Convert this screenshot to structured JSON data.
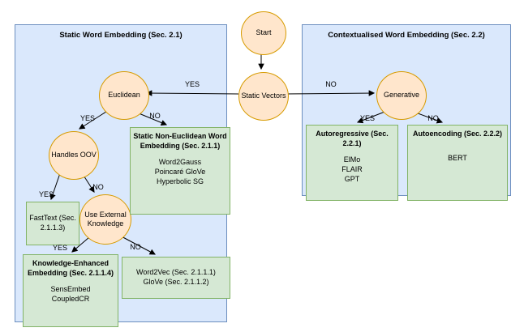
{
  "diagram": {
    "containers": {
      "static": {
        "title": "Static Word Embedding (Sec. 2.1)"
      },
      "contextual": {
        "title": "Contextualised Word Embedding (Sec. 2.2)"
      }
    },
    "nodes": {
      "start": {
        "label": "Start"
      },
      "static_vectors": {
        "label": "Static Vectors"
      },
      "euclidean": {
        "label": "Euclidean"
      },
      "handles_oov": {
        "label": "Handles OOV"
      },
      "use_external_knowledge": {
        "label": "Use External\nKnowledge"
      },
      "generative": {
        "label": "Generative"
      }
    },
    "boxes": {
      "non_euclidean": {
        "title": "Static Non-Euclidean Word Embedding (Sec. 2.1.1)",
        "items": "Word2Gauss\nPoincaré GloVe\nHyperbolic SG"
      },
      "fasttext": {
        "text": "FastText (Sec. 2.1.1.3)"
      },
      "knowledge_enhanced": {
        "title": "Knowledge-Enhanced Embedding (Sec. 2.1.1.4)",
        "items": "SensEmbed\nCoupledCR"
      },
      "word2vec_glove": {
        "text": "Word2Vec (Sec. 2.1.1.1)\nGloVe (Sec. 2.1.1.2)"
      },
      "autoregressive": {
        "title": "Autoregressive (Sec. 2.2.1)",
        "items": "ElMo\nFLAIR\nGPT"
      },
      "autoencoding": {
        "title": "Autoencoding (Sec. 2.2.2)",
        "items": "BERT"
      }
    },
    "edge_labels": {
      "vectors_euclidean": "YES",
      "vectors_generative": "NO",
      "euclidean_oov": "YES",
      "euclidean_noneuclidean": "NO",
      "oov_fasttext": "YES",
      "oov_external": "NO",
      "external_knowledge": "YES",
      "external_word2vec": "NO",
      "generative_autoregressive": "YES",
      "generative_autoencoding": "NO"
    },
    "colors": {
      "container_fill": "#dae8fc",
      "container_stroke": "#6c8ebf",
      "node_fill": "#ffe6cc",
      "node_stroke": "#d79b00",
      "box_fill": "#d5e8d4",
      "box_stroke": "#82b366",
      "edge": "#000000"
    }
  }
}
